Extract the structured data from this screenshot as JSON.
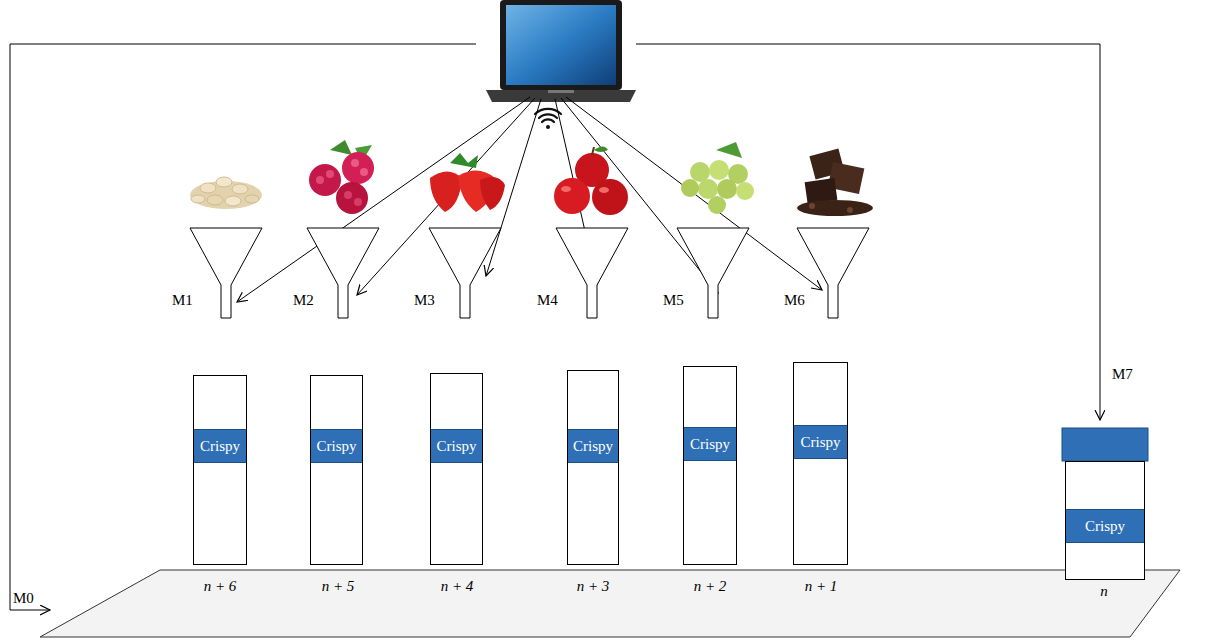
{
  "diagram": {
    "nodes": [
      {
        "text": [
          "Crispy"
        ]
      },
      {
        "text": [
          "Crispy"
        ]
      },
      {
        "text": [
          "Crispy"
        ]
      },
      {
        "text": [
          "Crispy"
        ]
      },
      {
        "text": [
          "Crispy"
        ]
      },
      {
        "text": [
          "Crispy"
        ]
      },
      {
        "text": [
          "Crispy"
        ]
      }
    ],
    "labels": [
      "M0",
      "M1",
      "M2",
      "M3",
      "M4",
      "M5",
      "M6",
      "M7",
      "n + 6",
      "n + 5",
      "n + 4",
      "n + 3",
      "n + 2",
      "n + 1",
      "n"
    ]
  }
}
